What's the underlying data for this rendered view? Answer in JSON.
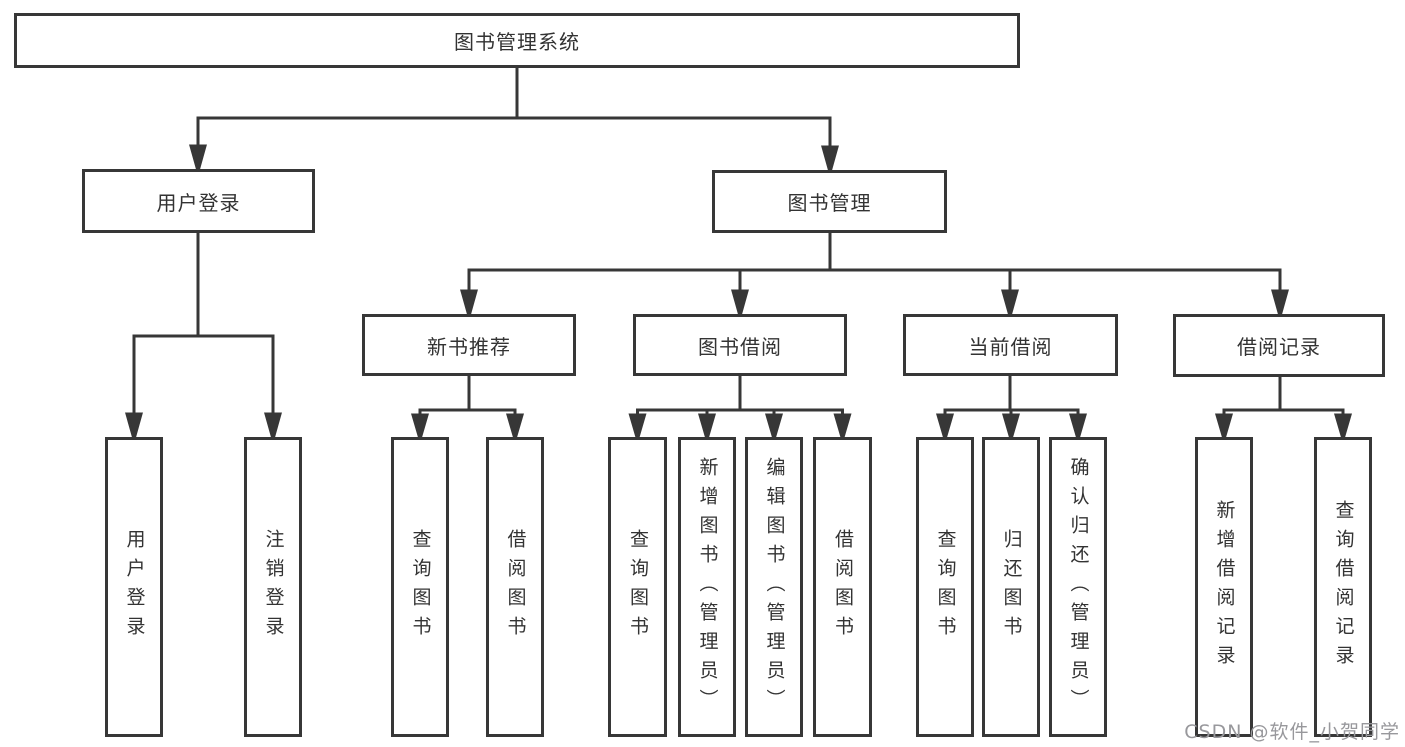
{
  "diagram": {
    "title": "图书管理系统",
    "nodes": {
      "root": "图书管理系统",
      "user_login": "用户登录",
      "book_mgmt": "图书管理",
      "new_book_rec": "新书推荐",
      "book_borrow": "图书借阅",
      "current_borrow": "当前借阅",
      "borrow_records": "借阅记录",
      "leaf_user_login": "用户登录",
      "leaf_logout": "注销登录",
      "rec_query_book": "查询图书",
      "rec_borrow_book": "借阅图书",
      "bb_query_book": "查询图书",
      "bb_add_book": "新增图书（管理员）",
      "bb_edit_book": "编辑图书（管理员）",
      "bb_borrow_book": "借阅图书",
      "cb_query_book": "查询图书",
      "cb_return_book": "归还图书",
      "cb_confirm_return": "确认归还（管理员）",
      "br_add_record": "新增借阅记录",
      "br_query_record": "查询借阅记录"
    },
    "hierarchy": {
      "root": [
        "user_login",
        "book_mgmt"
      ],
      "user_login": [
        "leaf_user_login",
        "leaf_logout"
      ],
      "book_mgmt": [
        "new_book_rec",
        "book_borrow",
        "current_borrow",
        "borrow_records"
      ],
      "new_book_rec": [
        "rec_query_book",
        "rec_borrow_book"
      ],
      "book_borrow": [
        "bb_query_book",
        "bb_add_book",
        "bb_edit_book",
        "bb_borrow_book"
      ],
      "current_borrow": [
        "cb_query_book",
        "cb_return_book",
        "cb_confirm_return"
      ],
      "borrow_records": [
        "br_add_record",
        "br_query_record"
      ]
    }
  },
  "watermark": {
    "text": "CSDN @软件_小贺同学",
    "color": "#98989c"
  },
  "colors": {
    "line": "#373737",
    "text": "#333333",
    "background": "#ffffff"
  }
}
